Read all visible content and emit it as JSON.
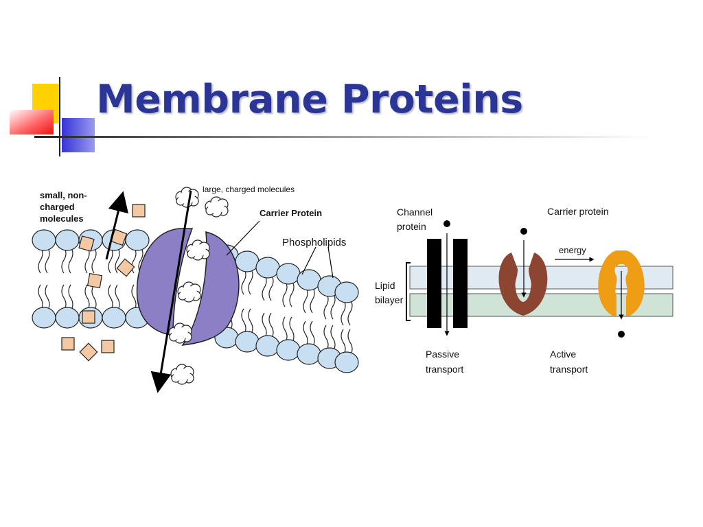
{
  "slide": {
    "title": "Membrane Proteins"
  },
  "left_diagram": {
    "small_molecules_label": [
      "small, non-",
      "charged",
      "molecules"
    ],
    "large_molecules_label": "large, charged molecules",
    "carrier_protein_label": "Carrier Protein",
    "phospholipids_label": "Phospholipids"
  },
  "right_diagram": {
    "channel_protein_label": [
      "Channel",
      "protein"
    ],
    "carrier_protein_label": "Carrier protein",
    "lipid_bilayer_label": [
      "Lipid",
      "bilayer"
    ],
    "energy_label": "energy",
    "passive_transport_label": [
      "Passive",
      "transport"
    ],
    "active_transport_label": [
      "Active",
      "transport"
    ]
  },
  "colors": {
    "title": "#2b3596",
    "phospholipid_head": "#c8dff2",
    "carrier_protein": "#8c7fc6",
    "small_molecule": "#f3c9a4",
    "bilayer_upper": "#dfeaf3",
    "bilayer_lower": "#cfe4d6",
    "carrier_brown": "#8b4530",
    "carrier_orange": "#ef9d14"
  }
}
